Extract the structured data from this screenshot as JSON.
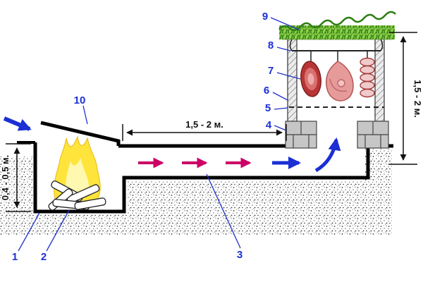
{
  "diagram": {
    "subject": "cold-smoking smokehouse cross-section scheme",
    "callouts": {
      "c1": "1",
      "c2": "2",
      "c3": "3",
      "c4": "4",
      "c5": "5",
      "c6": "6",
      "c7": "7",
      "c8": "8",
      "c9": "9",
      "c10": "10"
    },
    "dimensions": {
      "pit_depth": "0,4 - 0,5 м.",
      "channel_length": "1,5 - 2 м.",
      "chamber_height": "1,5 - 2 м."
    },
    "colors": {
      "outline": "#000000",
      "callout_blue": "#1b2fd4",
      "flow_blue": "#1b2fd4",
      "flow_crimson": "#cc0066",
      "flame_yellow": "#ffe43c",
      "grass_green": "#7cc83c",
      "meat_red": "#b83535",
      "meat_pink": "#e79a9a",
      "brick_gray": "#c6c6c6"
    }
  }
}
